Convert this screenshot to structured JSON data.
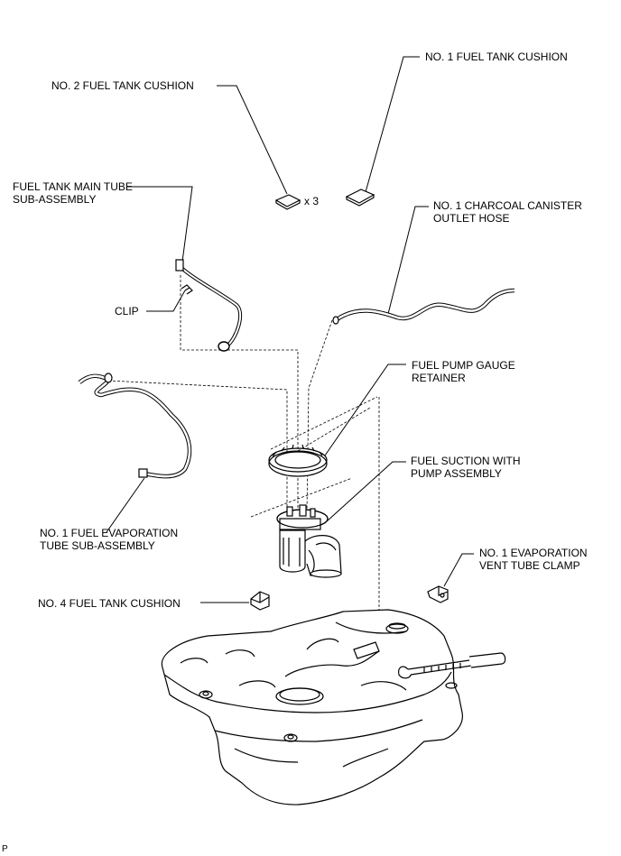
{
  "labels": {
    "no2_cushion": "NO. 2 FUEL TANK CUSHION",
    "no1_cushion": "NO. 1 FUEL TANK CUSHION",
    "qty": "x 3",
    "main_tube_line1": "FUEL TANK MAIN TUBE",
    "main_tube_line2": "SUB-ASSEMBLY",
    "canister_line1": "NO. 1 CHARCOAL CANISTER",
    "canister_line2": "OUTLET HOSE",
    "clip": "CLIP",
    "retainer_line1": "FUEL PUMP GAUGE",
    "retainer_line2": "RETAINER",
    "suction_line1": "FUEL SUCTION WITH",
    "suction_line2": "PUMP ASSEMBLY",
    "evap_tube_line1": "NO. 1 FUEL EVAPORATION",
    "evap_tube_line2": "TUBE SUB-ASSEMBLY",
    "evap_clamp_line1": "NO. 1 EVAPORATION",
    "evap_clamp_line2": "VENT TUBE CLAMP",
    "no4_cushion": "NO. 4 FUEL TANK CUSHION",
    "corner_mark": "P"
  }
}
